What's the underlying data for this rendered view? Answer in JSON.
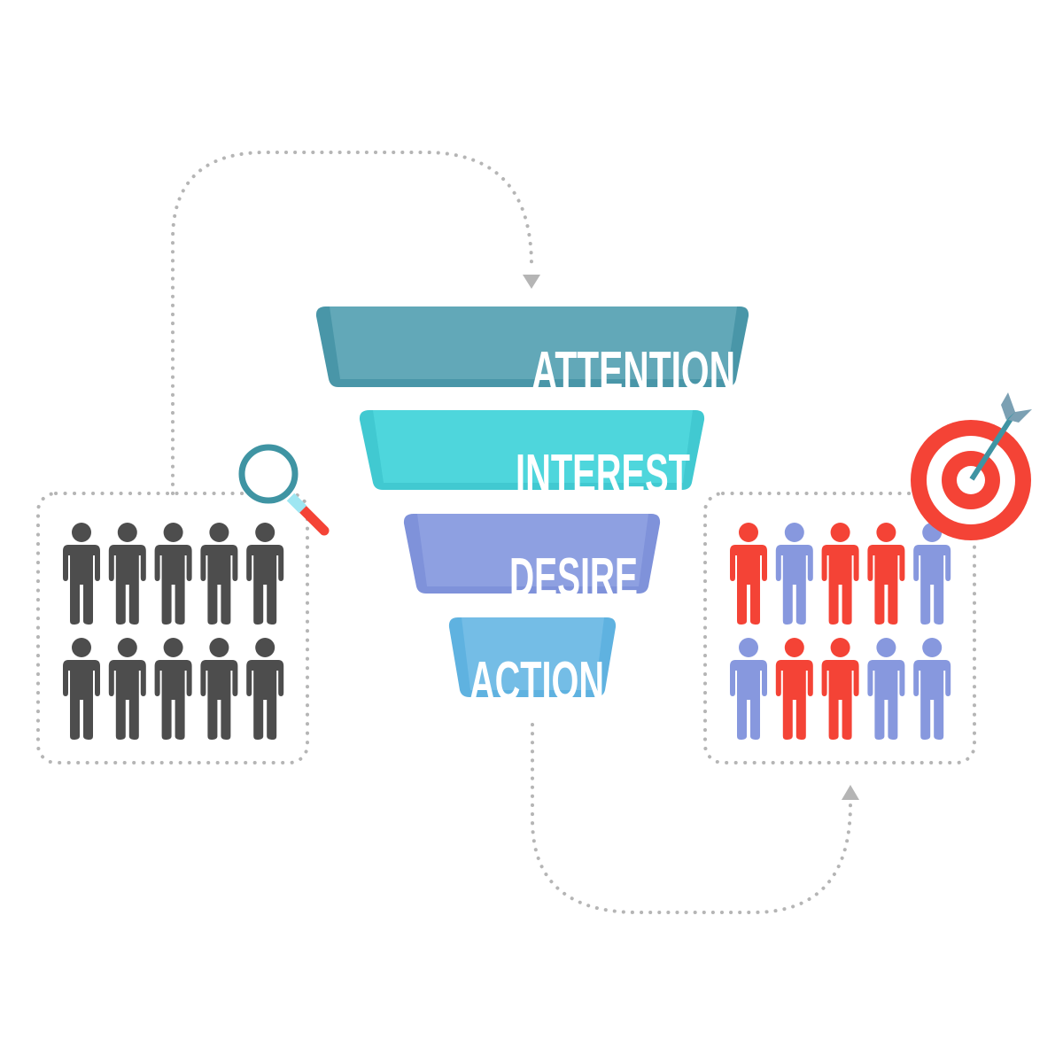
{
  "title": "AIDA Marketing Funnel",
  "colors": {
    "connector": "#b5b5b5",
    "neutral_person": "#4d4d4d",
    "converted_person": "#f44336",
    "prospect_person": "#8798de",
    "target_red": "#f44336",
    "arrow_shaft": "#3f94a3",
    "arrow_fletch": "#7ba0b3",
    "magnifier_ring": "#3f94a3",
    "magnifier_collar": "#9ee6f2",
    "magnifier_handle": "#f44336"
  },
  "funnel": {
    "stages": [
      {
        "label": "ATTENTION",
        "color": "#62a8b8",
        "edge_color": "#4996a8"
      },
      {
        "label": "INTEREST",
        "color": "#4ed6dc",
        "edge_color": "#41c9d1"
      },
      {
        "label": "DESIRE",
        "color": "#8ea0e1",
        "edge_color": "#7f92da"
      },
      {
        "label": "ACTION",
        "color": "#74bde6",
        "edge_color": "#5fb2e0"
      }
    ]
  },
  "audience_before": {
    "icon": "magnifier-icon",
    "people": [
      "neutral",
      "neutral",
      "neutral",
      "neutral",
      "neutral",
      "neutral",
      "neutral",
      "neutral",
      "neutral",
      "neutral"
    ]
  },
  "audience_after": {
    "icon": "target-icon",
    "people": [
      "converted",
      "prospect",
      "converted",
      "converted",
      "prospect",
      "prospect",
      "converted",
      "converted",
      "prospect",
      "prospect"
    ]
  }
}
